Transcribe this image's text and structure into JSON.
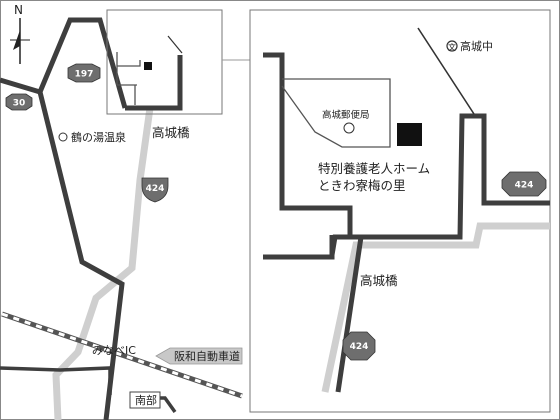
{
  "map": {
    "north_letter": "N",
    "routes": [
      {
        "id": "r197",
        "label": "197"
      },
      {
        "id": "r30",
        "label": "30"
      },
      {
        "id": "r424",
        "label": "424"
      }
    ],
    "landmarks": {
      "onsen": "鶴の湯温泉",
      "bridge": "高城橋",
      "ic": "みなべIC",
      "expressway": "阪和自動車道",
      "nanbu": "南部"
    },
    "inset": {
      "post_office": "高城郵便局",
      "school": "高城中",
      "facility_line1": "特別養護老人ホーム",
      "facility_line2": "ときわ寮梅の里",
      "bridge": "高城橋",
      "route": "424"
    },
    "colors": {
      "road_dark": "#3e3e3e",
      "road_grey": "#cfcfcf",
      "shield": "#6e6e6e",
      "facility_marker": "#111111"
    }
  }
}
